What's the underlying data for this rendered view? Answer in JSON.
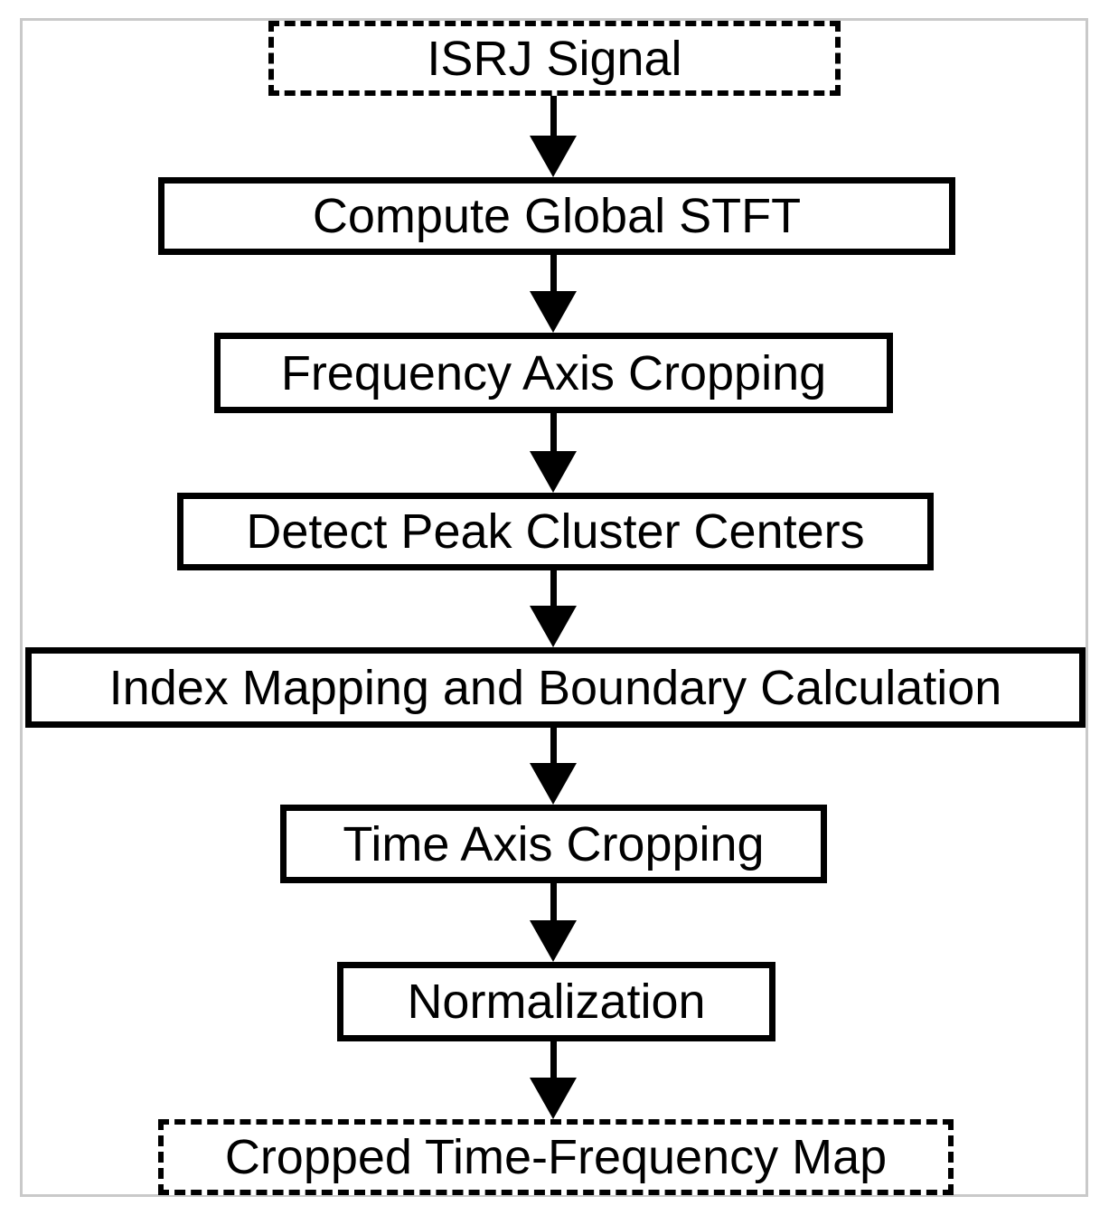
{
  "diagram": {
    "type": "flowchart",
    "orientation": "top-down",
    "colors": {
      "background": "#ffffff",
      "stroke": "#000000",
      "text": "#000000",
      "outer_frame": "#c9c9c9"
    },
    "nodes": [
      {
        "id": "isrj-signal",
        "label": "ISRJ Signal",
        "border": "dashed",
        "role": "input"
      },
      {
        "id": "compute-global-stft",
        "label": "Compute Global STFT",
        "border": "solid",
        "role": "process"
      },
      {
        "id": "frequency-axis-cropping",
        "label": "Frequency Axis Cropping",
        "border": "solid",
        "role": "process"
      },
      {
        "id": "detect-peak-cluster-centers",
        "label": "Detect Peak Cluster Centers",
        "border": "solid",
        "role": "process"
      },
      {
        "id": "index-mapping-and-boundary-calculation",
        "label": "Index Mapping and Boundary Calculation",
        "border": "solid",
        "role": "process"
      },
      {
        "id": "time-axis-cropping",
        "label": "Time Axis Cropping",
        "border": "solid",
        "role": "process"
      },
      {
        "id": "normalization",
        "label": "Normalization",
        "border": "solid",
        "role": "process"
      },
      {
        "id": "cropped-time-frequency-map",
        "label": "Cropped Time-Frequency Map",
        "border": "dashed",
        "role": "output"
      }
    ],
    "edges": [
      {
        "from": "isrj-signal",
        "to": "compute-global-stft"
      },
      {
        "from": "compute-global-stft",
        "to": "frequency-axis-cropping"
      },
      {
        "from": "frequency-axis-cropping",
        "to": "detect-peak-cluster-centers"
      },
      {
        "from": "detect-peak-cluster-centers",
        "to": "index-mapping-and-boundary-calculation"
      },
      {
        "from": "index-mapping-and-boundary-calculation",
        "to": "time-axis-cropping"
      },
      {
        "from": "time-axis-cropping",
        "to": "normalization"
      },
      {
        "from": "normalization",
        "to": "cropped-time-frequency-map"
      }
    ]
  }
}
